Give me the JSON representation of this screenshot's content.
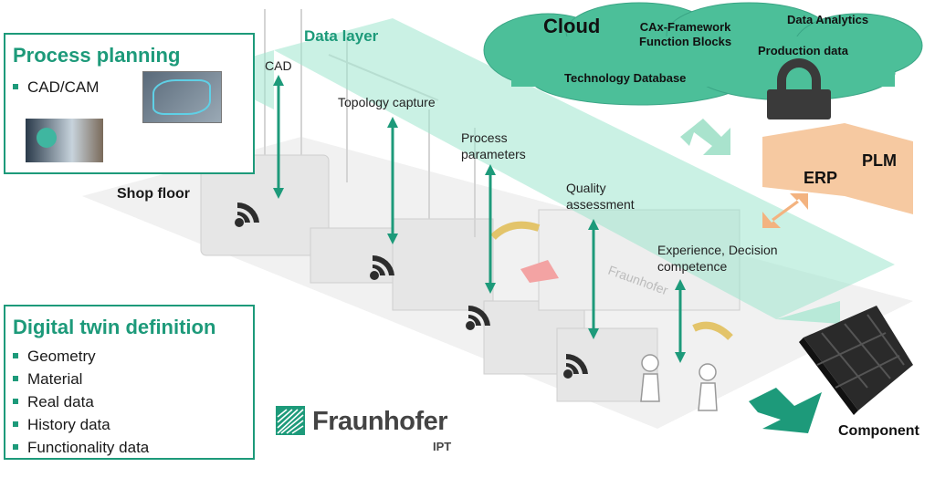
{
  "process_planning": {
    "title": "Process planning",
    "items": [
      "CAD/CAM"
    ]
  },
  "digital_twin": {
    "title": "Digital twin definition",
    "items": [
      "Geometry",
      "Material",
      "Real data",
      "History data",
      "Functionality data"
    ]
  },
  "data_layer": "Data layer",
  "shop_floor": "Shop floor",
  "stages": {
    "cad": "CAD",
    "topology": "Topology capture",
    "process_params": "Process\nparameters",
    "quality": "Quality\nassessment",
    "experience": "Experience, Decision\ncompetence"
  },
  "cloud": {
    "title": "Cloud",
    "cax": "CAx-Framework\nFunction Blocks",
    "analytics": "Data Analytics",
    "production": "Production data",
    "techdb": "Technology Database"
  },
  "enterprise": {
    "erp": "ERP",
    "plm": "PLM"
  },
  "component": "Component",
  "logo": {
    "name": "Fraunhofer",
    "sub": "IPT"
  },
  "colors": {
    "accent": "#1d9a7a",
    "cloud": "#4cbf99",
    "layer": "#9fe6cd",
    "enterprise": "#f6c9a1",
    "lock": "#3a3a3a"
  }
}
